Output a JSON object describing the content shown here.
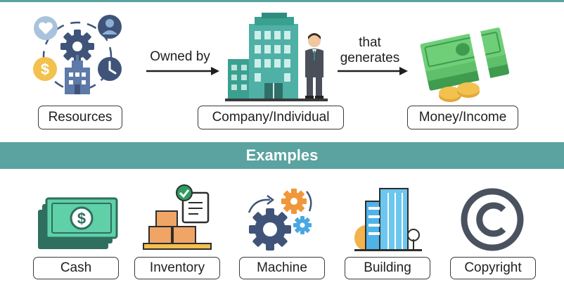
{
  "flow": {
    "resources_label": "Resources",
    "owned_by": "Owned by",
    "owner_label": "Company/Individual",
    "that_generates_1": "that",
    "that_generates_2": "generates",
    "income_label": "Money/Income"
  },
  "banner": {
    "title": "Examples"
  },
  "examples": [
    {
      "label": "Cash",
      "icon": "cash-icon"
    },
    {
      "label": "Inventory",
      "icon": "inventory-icon"
    },
    {
      "label": "Machine",
      "icon": "machine-icon"
    },
    {
      "label": "Building",
      "icon": "building-icon"
    },
    {
      "label": "Copyright",
      "icon": "copyright-icon"
    }
  ],
  "colors": {
    "banner": "#5aa3a0",
    "teal": "#4fb0a6",
    "money_green": "#5fbf6a",
    "navy": "#3f5478",
    "gold": "#f2c14e"
  }
}
